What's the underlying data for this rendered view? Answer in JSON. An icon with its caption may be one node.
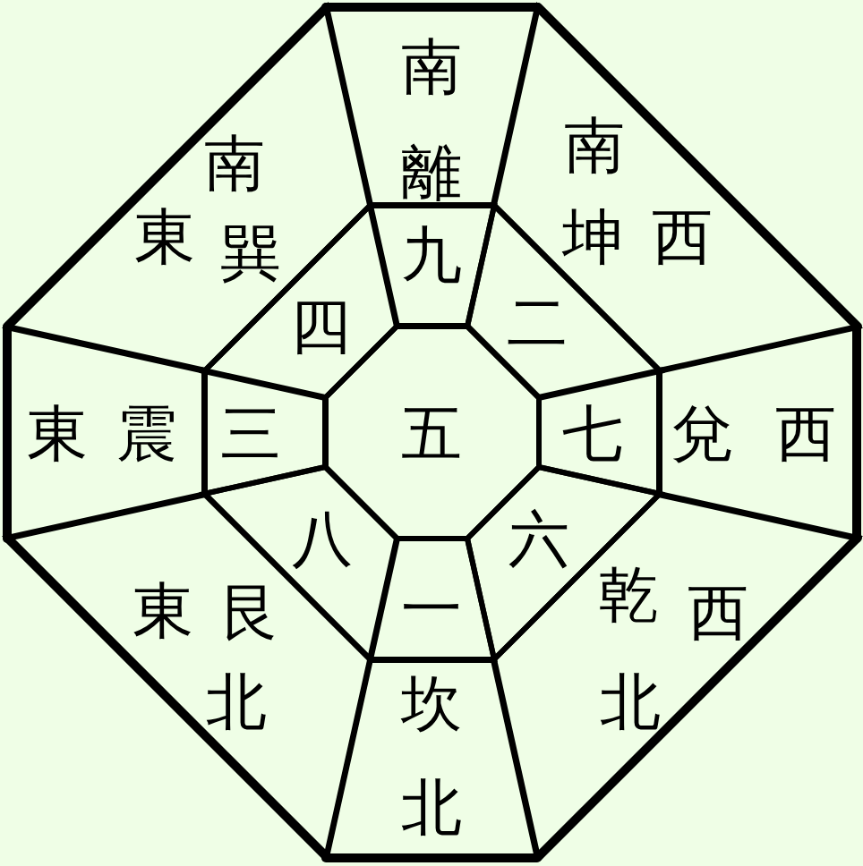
{
  "diagram": {
    "nodes": [
      {
        "text": [
          "南",
          "離"
        ]
      },
      {
        "text": [
          "南",
          "東",
          "巽"
        ]
      },
      {
        "text": [
          "南",
          "坤",
          "西"
        ]
      },
      {
        "text": [
          "九"
        ]
      },
      {
        "text": [
          "四"
        ]
      },
      {
        "text": [
          "二"
        ]
      },
      {
        "text": [
          "東",
          "震"
        ]
      },
      {
        "text": [
          "三"
        ]
      },
      {
        "text": [
          "五"
        ]
      },
      {
        "text": [
          "七"
        ]
      },
      {
        "text": [
          "兌",
          "西"
        ]
      },
      {
        "text": [
          "八"
        ]
      },
      {
        "text": [
          "六"
        ]
      },
      {
        "text": [
          "一"
        ]
      },
      {
        "text": [
          "東",
          "艮",
          "北"
        ]
      },
      {
        "text": [
          "乾",
          "西",
          "北"
        ]
      },
      {
        "text": [
          "坎",
          "北"
        ]
      }
    ]
  }
}
